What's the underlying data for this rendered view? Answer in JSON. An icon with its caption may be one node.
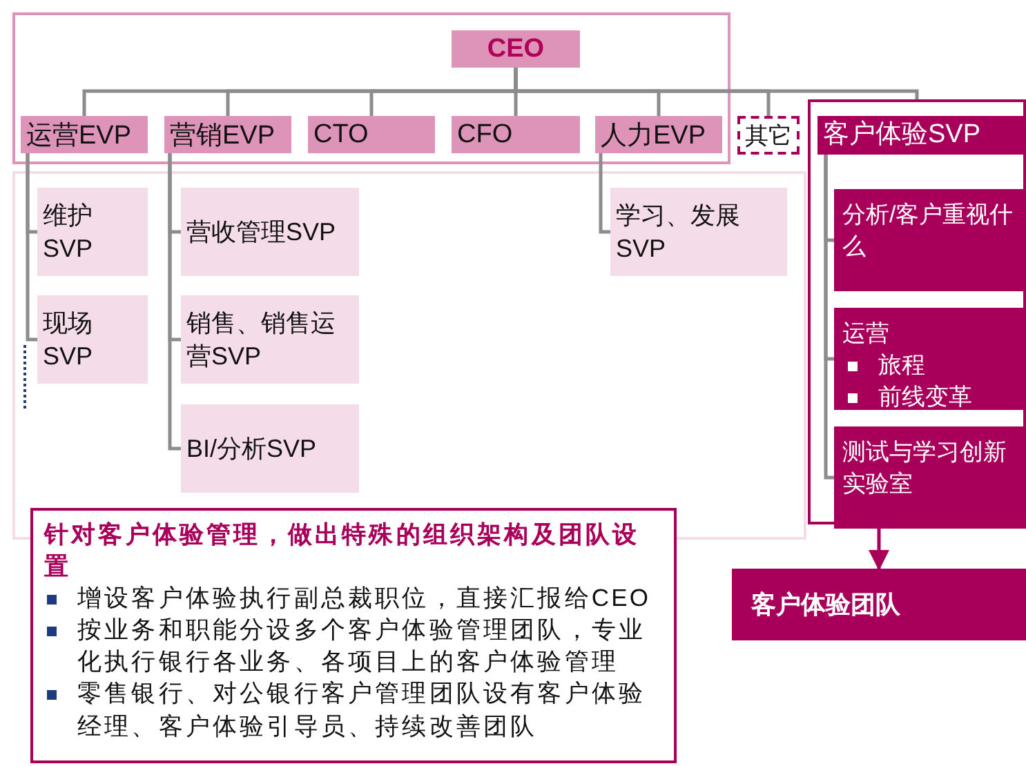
{
  "diagram": {
    "nodes": [
      {
        "text": [
          "CEO"
        ]
      },
      {
        "text": [
          "运营EVP"
        ]
      },
      {
        "text": [
          "营销EVP"
        ]
      },
      {
        "text": [
          "CTO"
        ]
      },
      {
        "text": [
          "CFO"
        ]
      },
      {
        "text": [
          "人力EVP"
        ]
      },
      {
        "text": [
          "其它"
        ]
      },
      {
        "text": [
          "客户体验SVP"
        ]
      },
      {
        "text": [
          "维护SVP"
        ]
      },
      {
        "text": [
          "现场SVP"
        ]
      },
      {
        "text": [
          "营收管理SVP"
        ]
      },
      {
        "text": [
          "销售、销售运营SVP"
        ]
      },
      {
        "text": [
          "BI/分析SVP"
        ]
      },
      {
        "text": [
          "学习、发展SVP"
        ]
      },
      {
        "text": [
          "分析/客户重视什么"
        ],
        "in": 7
      },
      {
        "text": [
          "运营",
          "旅程",
          "前线变革"
        ],
        "in": 7
      },
      {
        "text": [
          "测试与学习创新实验室"
        ],
        "in": 7
      },
      {
        "text": [
          "客户体验团队"
        ]
      },
      {
        "text": [
          "针对客户体验管理，做出特殊的组织架构及团队设置",
          "增设客户体验执行副总裁职位，直接汇报给CEO",
          "按业务和职能分设多个客户体验管理团队，专业化执行银行各业务、各项目上的客户体验管理",
          "零售银行、对公银行客户管理团队设有客户体验经理、客户体验引导员、持续改善团队"
        ]
      }
    ],
    "edges": [
      {
        "from": 0,
        "to": 1,
        "arrow": "none"
      },
      {
        "from": 0,
        "to": 2,
        "arrow": "none"
      },
      {
        "from": 0,
        "to": 3,
        "arrow": "none"
      },
      {
        "from": 0,
        "to": 4,
        "arrow": "none"
      },
      {
        "from": 0,
        "to": 5,
        "arrow": "none"
      },
      {
        "from": 0,
        "to": 6,
        "arrow": "none"
      },
      {
        "from": 0,
        "to": 7,
        "arrow": "none"
      },
      {
        "from": 1,
        "to": 8,
        "arrow": "none"
      },
      {
        "from": 1,
        "to": 9,
        "arrow": "none"
      },
      {
        "from": 2,
        "to": 10,
        "arrow": "none"
      },
      {
        "from": 2,
        "to": 11,
        "arrow": "none"
      },
      {
        "from": 2,
        "to": 12,
        "arrow": "none"
      },
      {
        "from": 5,
        "to": 13,
        "arrow": "none"
      },
      {
        "from": 7,
        "to": 14,
        "arrow": "none"
      },
      {
        "from": 7,
        "to": 15,
        "arrow": "none"
      },
      {
        "from": 7,
        "to": 16,
        "arrow": "none"
      },
      {
        "from": 7,
        "to": 17,
        "arrow": "to",
        "color": "#a8005a"
      }
    ]
  }
}
